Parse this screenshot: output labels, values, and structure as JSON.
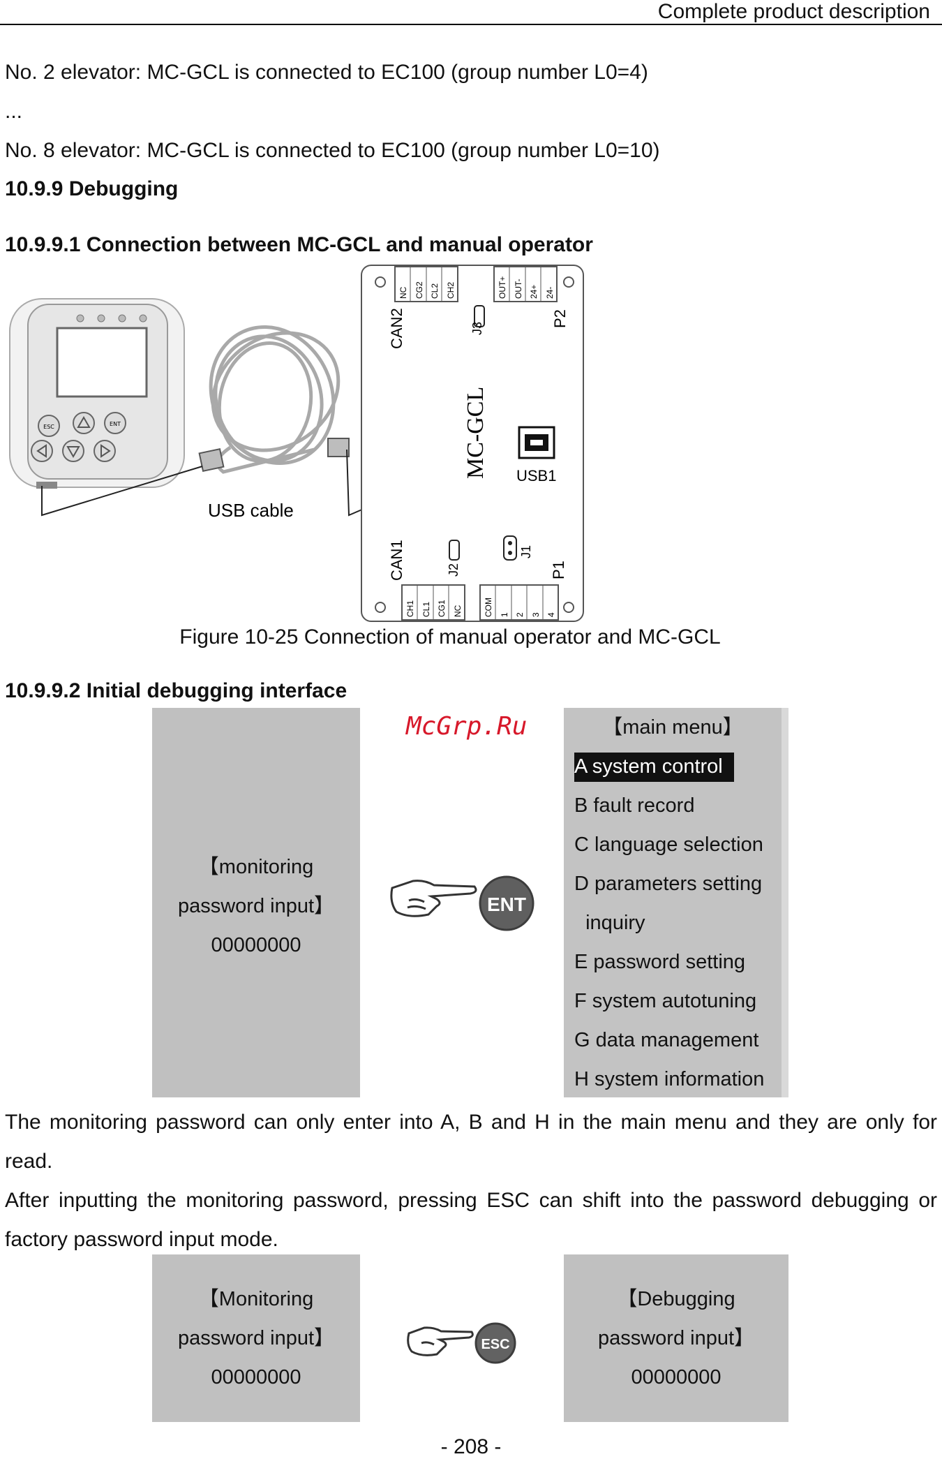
{
  "header": {
    "title": "Complete product description"
  },
  "intro": {
    "line1": "No. 2 elevator: MC-GCL is connected to EC100 (group number L0=4)",
    "ellipsis": "...",
    "line2": "No. 8 elevator: MC-GCL is connected to EC100 (group number L0=10)"
  },
  "section": {
    "heading": "10.9.9 Debugging"
  },
  "subsection1": {
    "heading": "10.9.9.1 Connection between MC-GCL and manual operator"
  },
  "figure1": {
    "usb_label": "USB cable",
    "board_title": "MC-GCL",
    "can2": "CAN2",
    "j3": "J3",
    "p2": "P2",
    "usb1": "USB1",
    "can1": "CAN1",
    "j2": "J2",
    "j1": "J1",
    "p1": "P1",
    "top_pins_left": [
      "NC",
      "CG2",
      "CL2",
      "CH2"
    ],
    "top_pins_right": [
      "OUT+",
      "OUT-",
      "24+",
      "24-"
    ],
    "bottom_pins_left": [
      "CH1",
      "CL1",
      "CG1",
      "NC"
    ],
    "bottom_pins_right": [
      "COM",
      "1",
      "2",
      "3",
      "4"
    ],
    "operator_keys": [
      "ESC",
      "ENT"
    ],
    "caption": "Figure 10-25 Connection of manual operator and MC-GCL"
  },
  "subsection2": {
    "heading": "10.9.9.2 Initial debugging interface"
  },
  "watermark": "McGrp.Ru",
  "screen1": {
    "line1": "【monitoring",
    "line2": "password input】",
    "value": "00000000"
  },
  "key1": "ENT",
  "menu": {
    "title": "【main menu】",
    "items": [
      "A system control",
      "B fault record",
      "C language selection",
      "D parameters setting",
      "  inquiry",
      "E password setting",
      "F system autotuning",
      "G data management",
      "H system information"
    ]
  },
  "paragraph1": "The monitoring password can only enter into A, B and H in the main menu and they are only for read.",
  "paragraph2": "After inputting the monitoring password, pressing ESC can shift into the password debugging or factory password input mode.",
  "screen2": {
    "line1": "【Monitoring",
    "line2": "password input】",
    "value": "00000000"
  },
  "key2": "ESC",
  "screen3": {
    "line1": "【Debugging",
    "line2": "password input】",
    "value": "00000000"
  },
  "footer": {
    "page": "- 208 -"
  }
}
